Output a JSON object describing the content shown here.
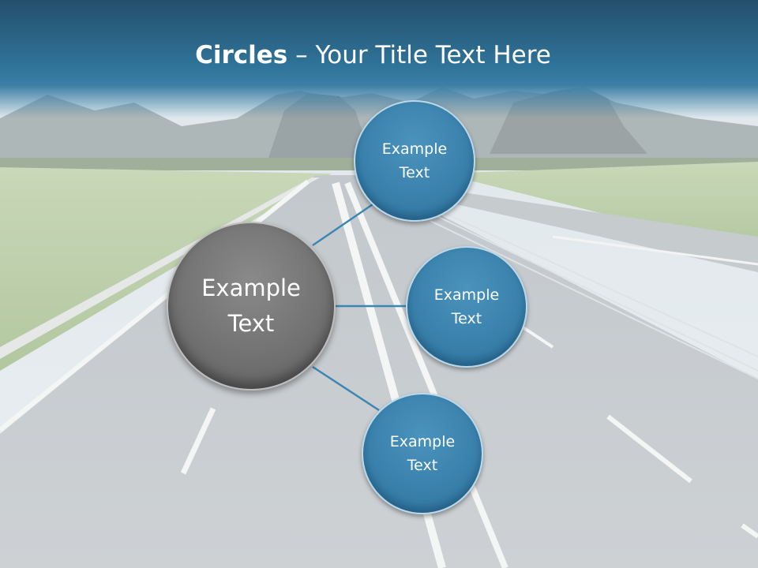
{
  "title": {
    "bold": "Circles",
    "rest": " – Your Title Text Here"
  },
  "center_circle": {
    "line1": "Example",
    "line2": "Text"
  },
  "satellites": [
    {
      "line1": "Example",
      "line2": "Text"
    },
    {
      "line1": "Example",
      "line2": "Text"
    },
    {
      "line1": "Example",
      "line2": "Text"
    }
  ],
  "colors": {
    "header": "#2f6f93",
    "satellite_fill": "#3a82ad",
    "center_fill": "#727272",
    "connector": "#3d86b4"
  }
}
